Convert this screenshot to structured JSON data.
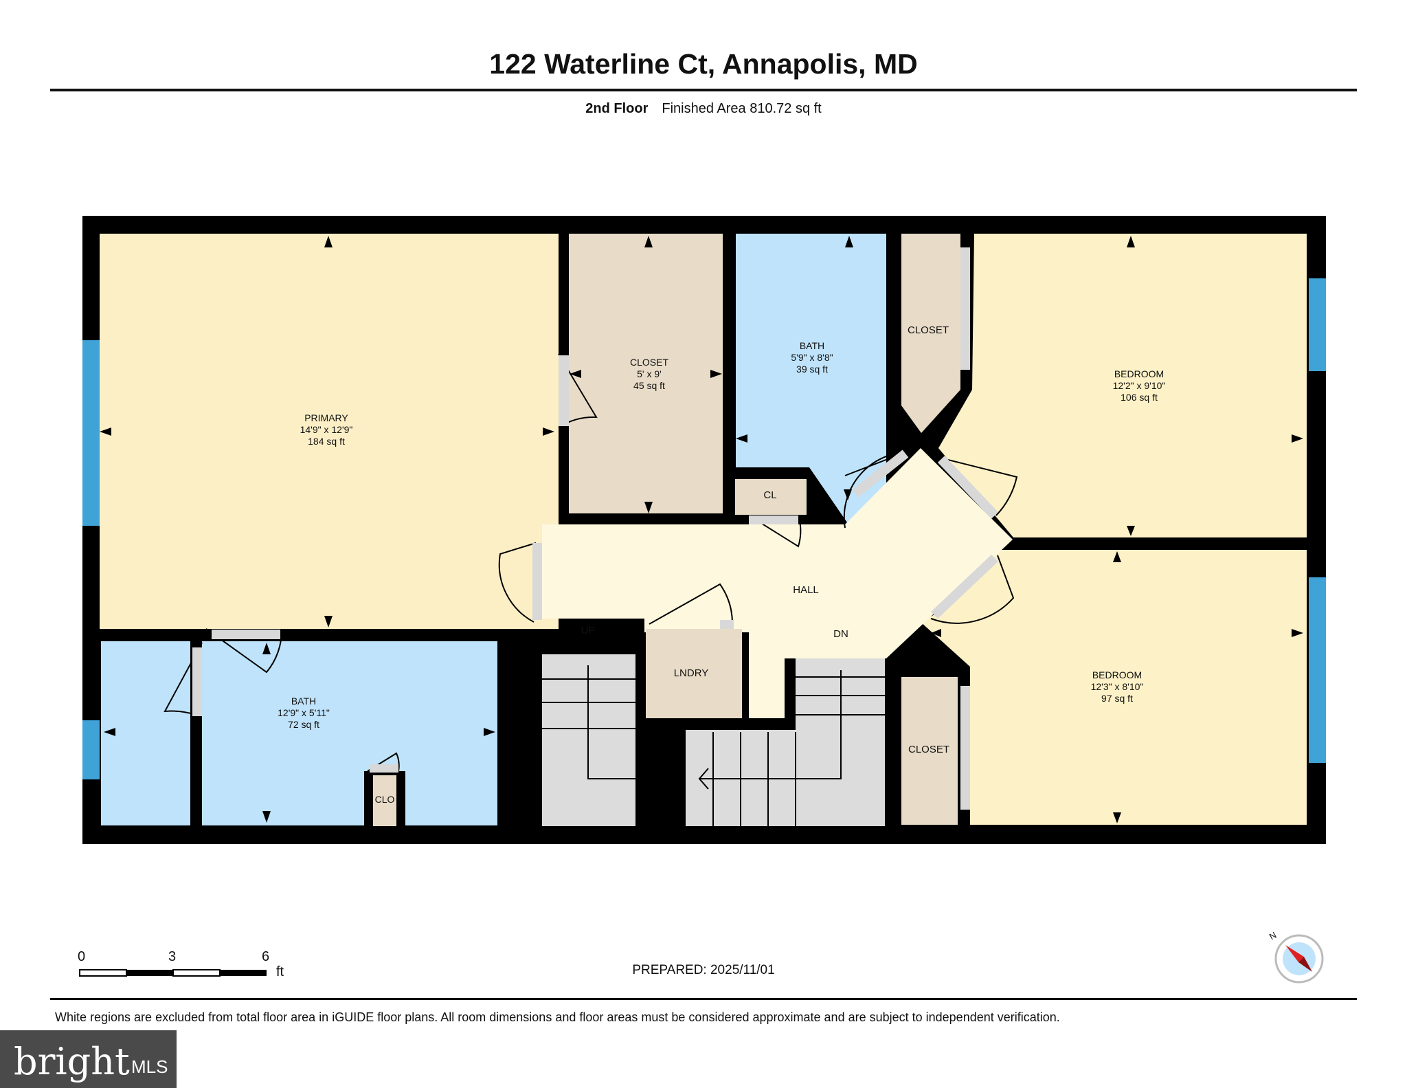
{
  "header": {
    "title": "122 Waterline Ct, Annapolis, MD",
    "floor": "2nd Floor",
    "finished_area": "Finished Area 810.72 sq ft"
  },
  "rooms": {
    "primary": {
      "name": "PRIMARY",
      "dims": "14'9\" x 12'9\"",
      "area": "184 sq ft"
    },
    "closet_main": {
      "name": "CLOSET",
      "dims": "5' x 9'",
      "area": "45 sq ft"
    },
    "bath_upper": {
      "name": "BATH",
      "dims": "5'9\" x 8'8\"",
      "area": "39 sq ft"
    },
    "closet_upper_right": {
      "name": "CLOSET"
    },
    "bedroom_upper": {
      "name": "BEDROOM",
      "dims": "12'2\" x 9'10\"",
      "area": "106 sq ft"
    },
    "cl": {
      "name": "CL"
    },
    "hall": {
      "name": "HALL"
    },
    "up": {
      "name": "UP"
    },
    "dn": {
      "name": "DN"
    },
    "laundry": {
      "name": "LNDRY"
    },
    "bath_lower": {
      "name": "BATH",
      "dims": "12'9\" x 5'11\"",
      "area": "72 sq ft"
    },
    "clo": {
      "name": "CLO"
    },
    "closet_lower_right": {
      "name": "CLOSET"
    },
    "bedroom_lower": {
      "name": "BEDROOM",
      "dims": "12'3\" x 8'10\"",
      "area": "97 sq ft"
    }
  },
  "scale": {
    "ticks": [
      "0",
      "3",
      "6"
    ],
    "unit": "ft"
  },
  "compass": {
    "label": "N"
  },
  "prepared": "PREPARED: 2025/11/01",
  "disclaimer": "White regions are excluded from total floor area in iGUIDE floor plans. All room dimensions and floor areas must be considered approximate and are subject to independent verification.",
  "logo": {
    "brand": "bright",
    "suffix": "MLS"
  },
  "colors": {
    "wall": "#000000",
    "bedroom": "#fdf1c7",
    "primary": "#fcefc6",
    "closet": "#e8dcc8",
    "bath": "#bfe3fa",
    "hall": "#fef8df",
    "stairs": "#dcdcdc",
    "window": "#3fa3d8",
    "compass_red": "#e02020"
  }
}
